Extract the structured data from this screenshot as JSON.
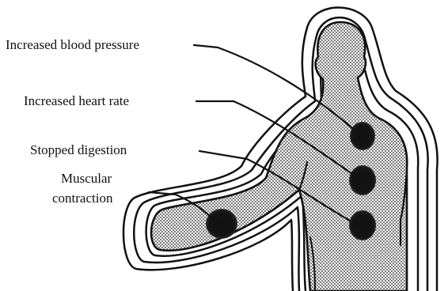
{
  "labels": {
    "blood_pressure": "Increased blood pressure",
    "heart_rate": "Increased heart rate",
    "digestion": "Stopped digestion",
    "muscular_line1": "Muscular",
    "muscular_line2": "contraction"
  },
  "colors": {
    "ink": "#111111",
    "skin_fill": "#bdbdbd",
    "background": "#ffffff"
  }
}
